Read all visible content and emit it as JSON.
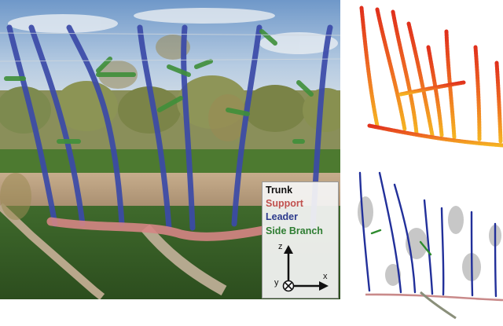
{
  "legend": {
    "trunk": "Trunk",
    "support": "Support",
    "leader": "Leader",
    "side_branch": "Side Branch"
  },
  "axes": {
    "z": "z",
    "x": "x",
    "y": "y"
  },
  "colors": {
    "trunk": "#111111",
    "support": "#c0504d",
    "leader": "#2c3a8c",
    "side_branch": "#2e7d32",
    "sky": "#8fb2d8",
    "ground": "#b59a7c",
    "grass": "#3d6b2e"
  },
  "icons": [
    "z-axis-arrow-icon",
    "x-axis-arrow-icon",
    "y-axis-into-page-icon"
  ]
}
